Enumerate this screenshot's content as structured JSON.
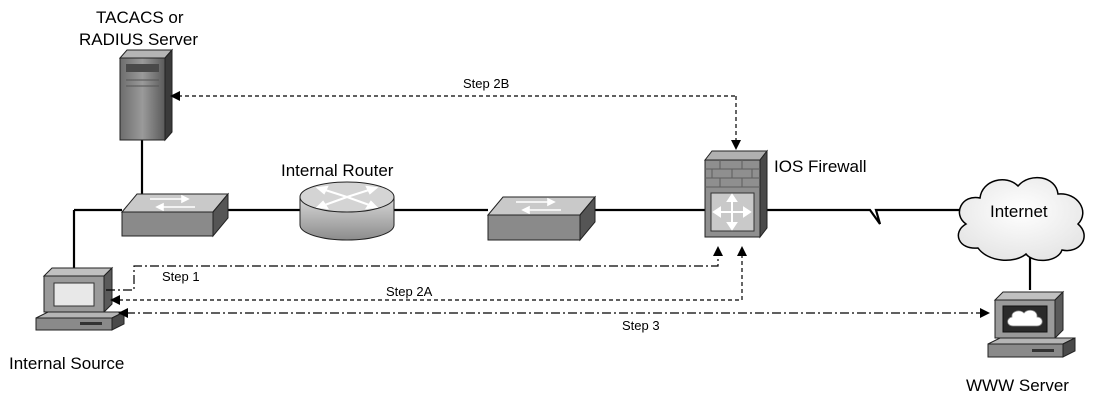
{
  "nodes": {
    "auth_server": {
      "label_line1": "TACACS or",
      "label_line2": "RADIUS Server"
    },
    "router": {
      "label": "Internal Router"
    },
    "firewall": {
      "label": "IOS Firewall"
    },
    "internet": {
      "label": "Internet"
    },
    "source": {
      "label": "Internal Source"
    },
    "www": {
      "label": "WWW Server"
    }
  },
  "steps": {
    "step_2b": "Step 2B",
    "step_1": "Step 1",
    "step_2a": "Step 2A",
    "step_3": "Step 3"
  }
}
